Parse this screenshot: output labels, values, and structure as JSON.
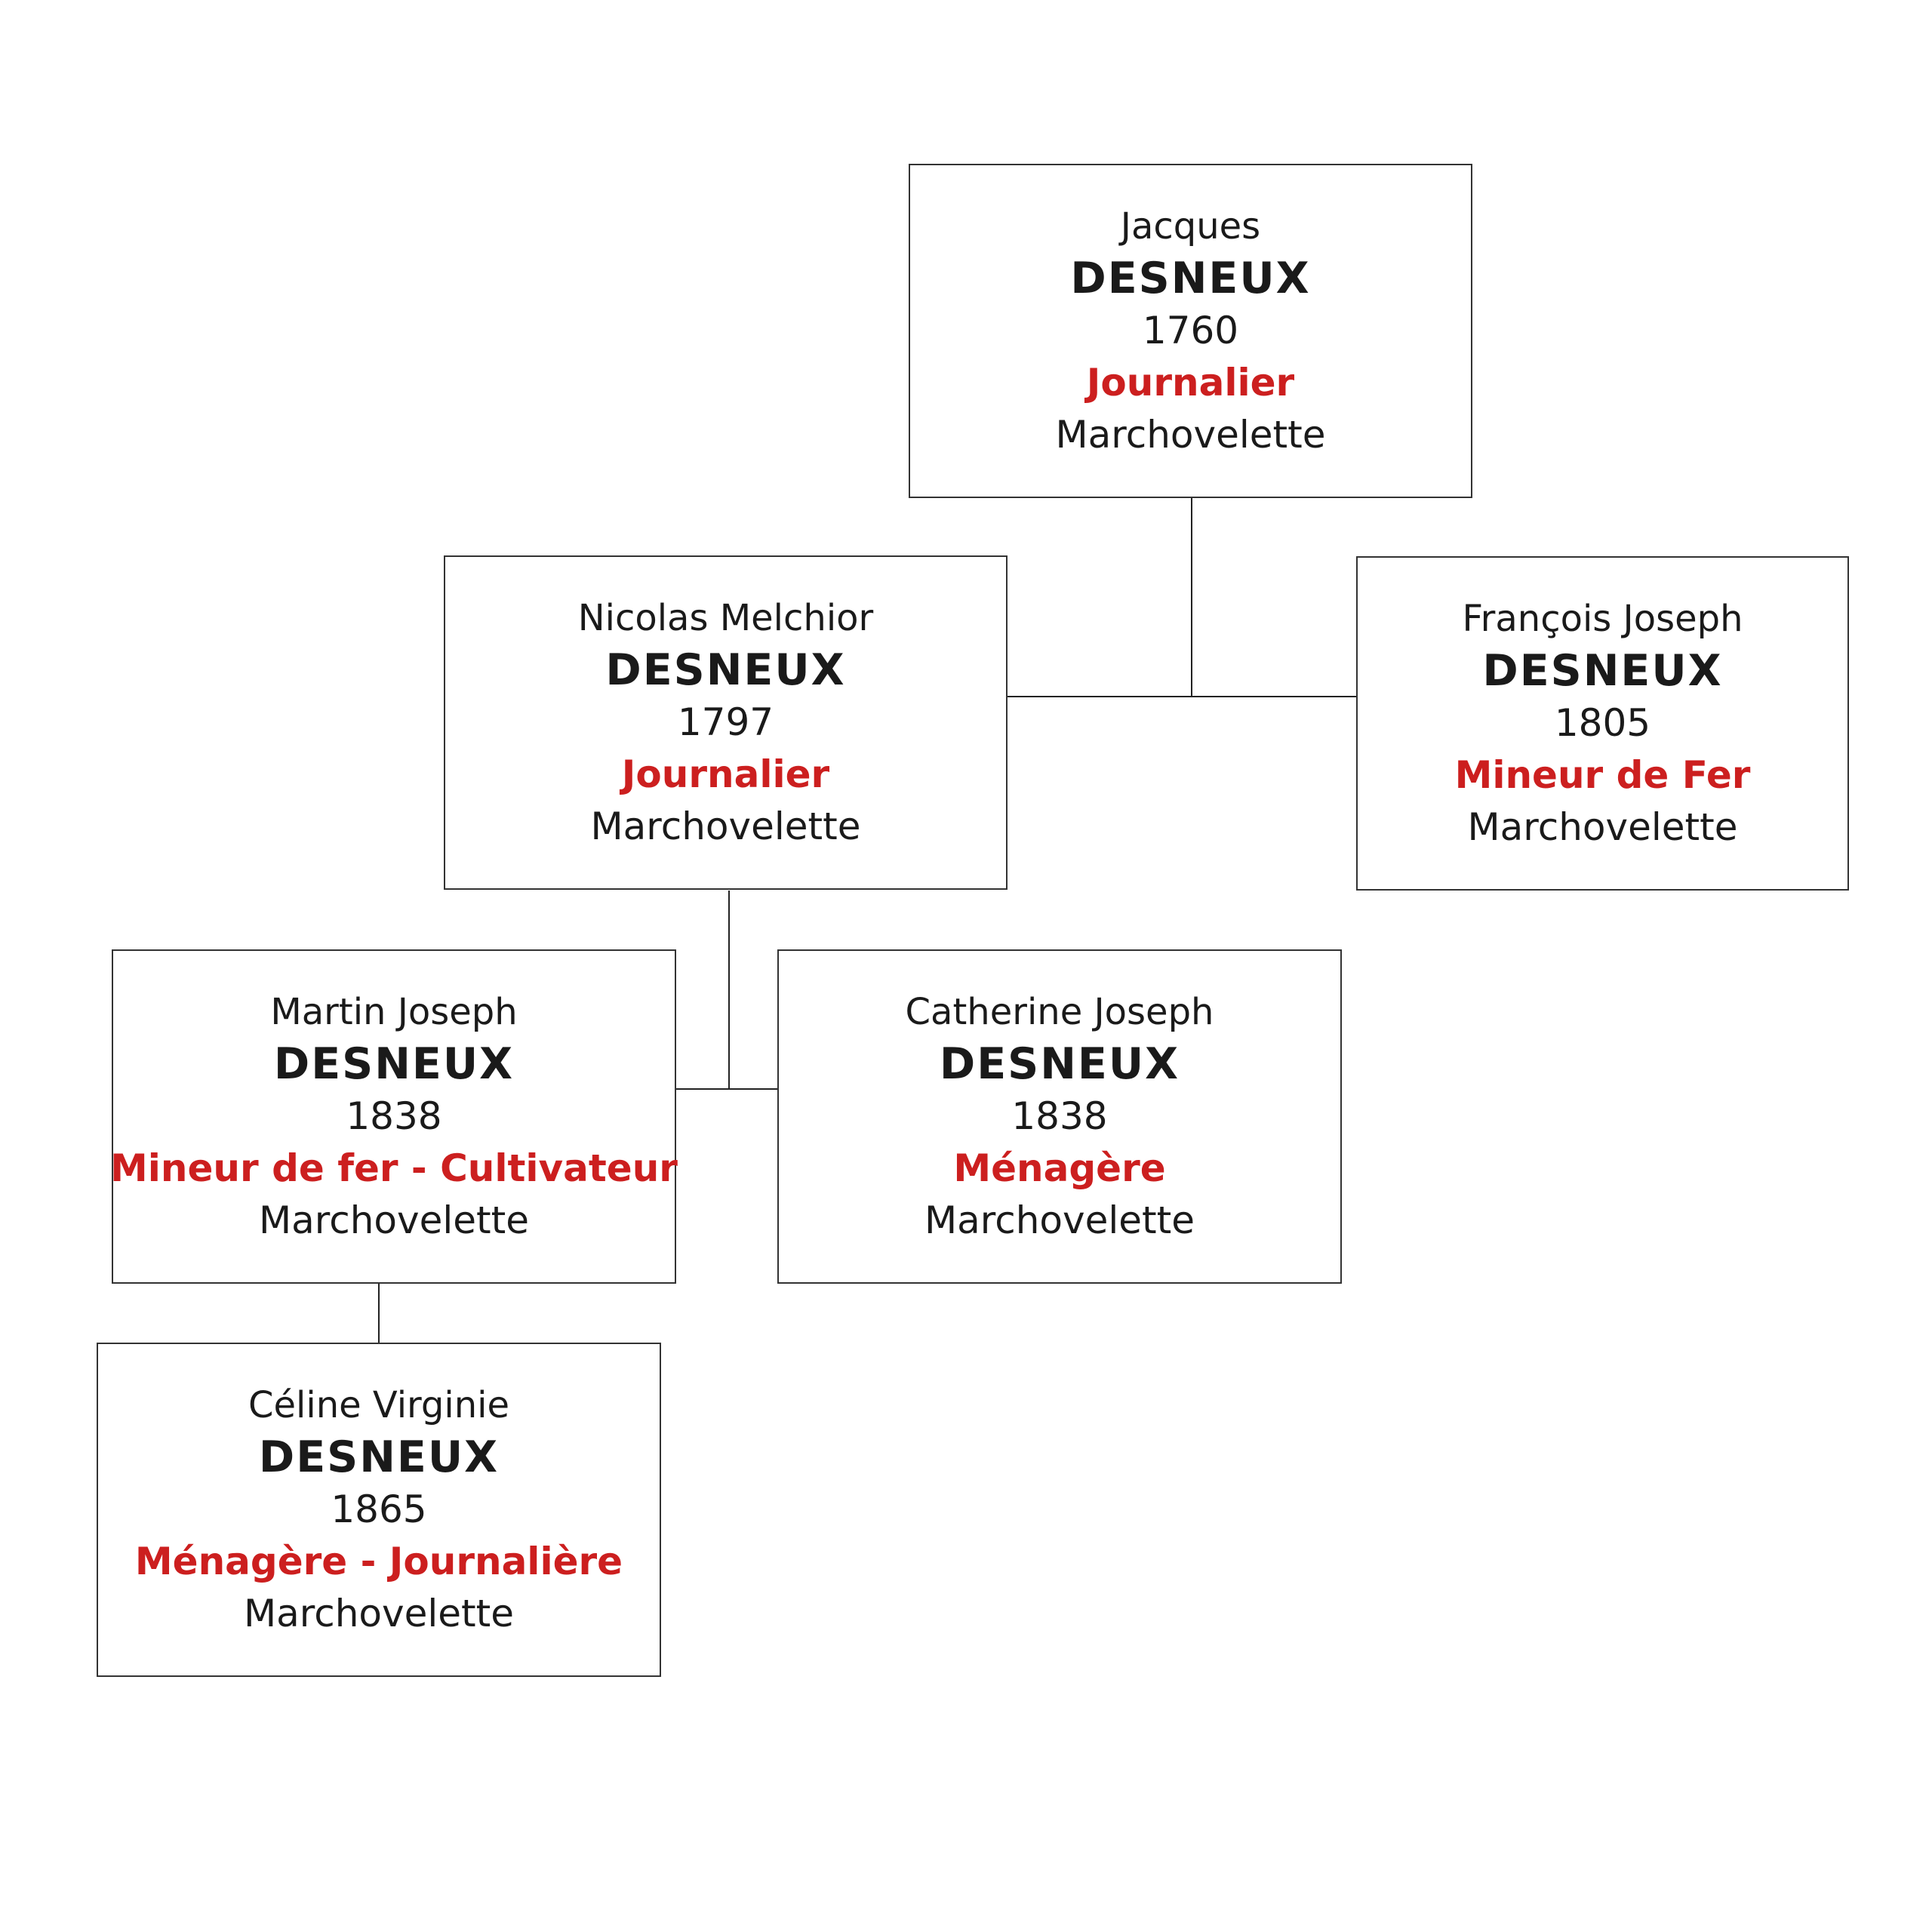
{
  "colors": {
    "occupation": "#cc1f1f",
    "text": "#1a1a1a",
    "border": "#333333",
    "connector": "#222222"
  },
  "people": {
    "jacques": {
      "given": "Jacques",
      "surname": "DESNEUX",
      "year": "1760",
      "occupation": "Journalier",
      "place": "Marchovelette"
    },
    "nicolas": {
      "given": "Nicolas Melchior",
      "surname": "DESNEUX",
      "year": "1797",
      "occupation": "Journalier",
      "place": "Marchovelette"
    },
    "francois": {
      "given": "François Joseph",
      "surname": "DESNEUX",
      "year": "1805",
      "occupation": "Mineur de Fer",
      "place": "Marchovelette"
    },
    "martin": {
      "given": "Martin Joseph",
      "surname": "DESNEUX",
      "year": "1838",
      "occupation": "Mineur de fer - Cultivateur",
      "place": "Marchovelette"
    },
    "catherine": {
      "given": "Catherine Joseph",
      "surname": "DESNEUX",
      "year": "1838",
      "occupation": "Ménagère",
      "place": "Marchovelette"
    },
    "celine": {
      "given": "Céline Virginie",
      "surname": "DESNEUX",
      "year": "1865",
      "occupation": "Ménagère - Journalière",
      "place": "Marchovelette"
    }
  }
}
